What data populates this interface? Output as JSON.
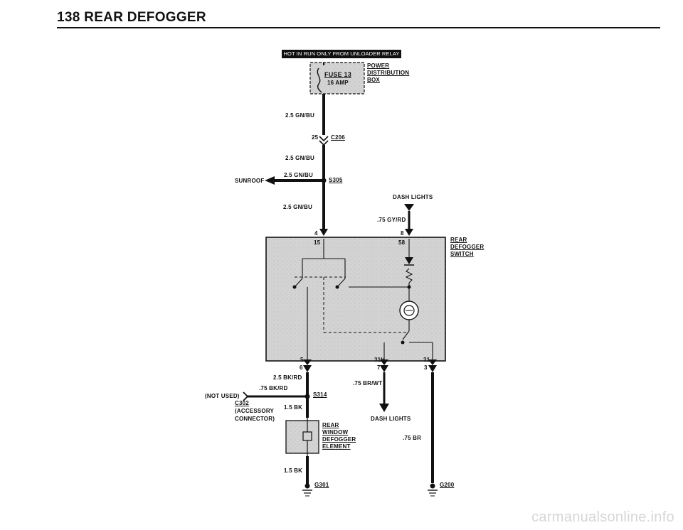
{
  "page": {
    "title": "138 REAR DEFOGGER",
    "banner": "HOT IN RUN ONLY FROM UNLOADER RELAY",
    "watermark": "carmanualsonline.info"
  },
  "components": {
    "fuse_name": "FUSE 13",
    "fuse_rating": "16 AMP",
    "power_box": [
      "POWER",
      "DISTRIBUTION",
      "BOX"
    ],
    "switch": [
      "REAR",
      "DEFOGGER",
      "SWITCH"
    ],
    "element": [
      "REAR",
      "WINDOW",
      "DEFOGGER",
      "ELEMENT"
    ],
    "c302": "C302",
    "c302_desc": [
      "(ACCESSORY",
      "CONNECTOR)"
    ],
    "not_used": "(NOT USED)"
  },
  "connectors": {
    "c206": "C206",
    "c206_pin": "25",
    "s305": "S305",
    "s314": "S314",
    "g301": "G301",
    "g200": "G200"
  },
  "wires": {
    "w1": "2.5 GN/BU",
    "w2": "2.5 GN/BU",
    "w3": "2.5 GN/BU",
    "w4": "2.5 GN/BU",
    "w5": ".75 GY/RD",
    "w6": "2.5 BK/RD",
    "w7": ".75 BK/RD",
    "w8": "1.5 BK",
    "w9": "1.5 BK",
    "w10": ".75 BR/WT",
    "w11": ".75 BR"
  },
  "labels": {
    "sunroof": "SUNROOF",
    "dash_lights_top": "DASH LIGHTS",
    "dash_lights_bottom": "DASH LIGHTS"
  },
  "pins": {
    "p4": "4",
    "p15": "15",
    "p8": "8",
    "p58": "58",
    "p5": "5",
    "p6": "6",
    "p31b": "31b",
    "p7": "7",
    "p31": "31",
    "p3": "3"
  }
}
